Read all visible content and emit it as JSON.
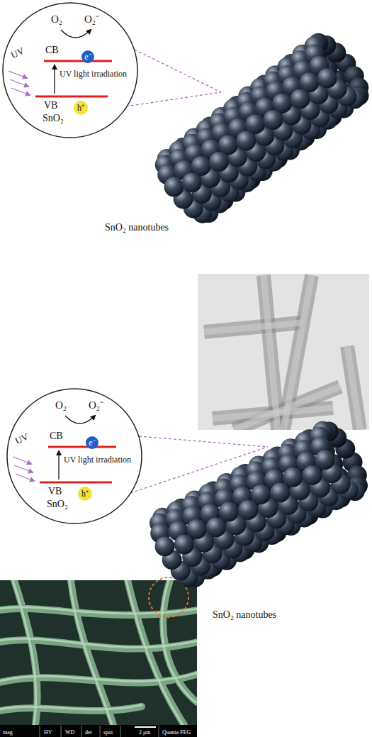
{
  "diagram": {
    "nodes": [
      {
        "text": [
          "O₂",
          "O₂⁻",
          "CB",
          "UV light irradiation",
          "VB",
          "SnO₂",
          "UV"
        ]
      },
      {
        "text": [
          "e⁻"
        ],
        "in": 0
      },
      {
        "text": [
          "h⁺"
        ],
        "in": 0
      },
      {
        "text": [
          "O₂",
          "O₂⁻",
          "CB",
          "UV light irradiation",
          "VB",
          "SnO₂",
          "UV"
        ]
      },
      {
        "text": [
          "e⁻"
        ],
        "in": 3
      },
      {
        "text": [
          "h⁺"
        ],
        "in": 3
      }
    ],
    "labels": [
      "SnO₂ nanotubes",
      "SnO₂ nanotubes",
      "mag",
      "HV",
      "WD",
      "det",
      "spot",
      "2 μm",
      "Quanta FEG"
    ]
  }
}
